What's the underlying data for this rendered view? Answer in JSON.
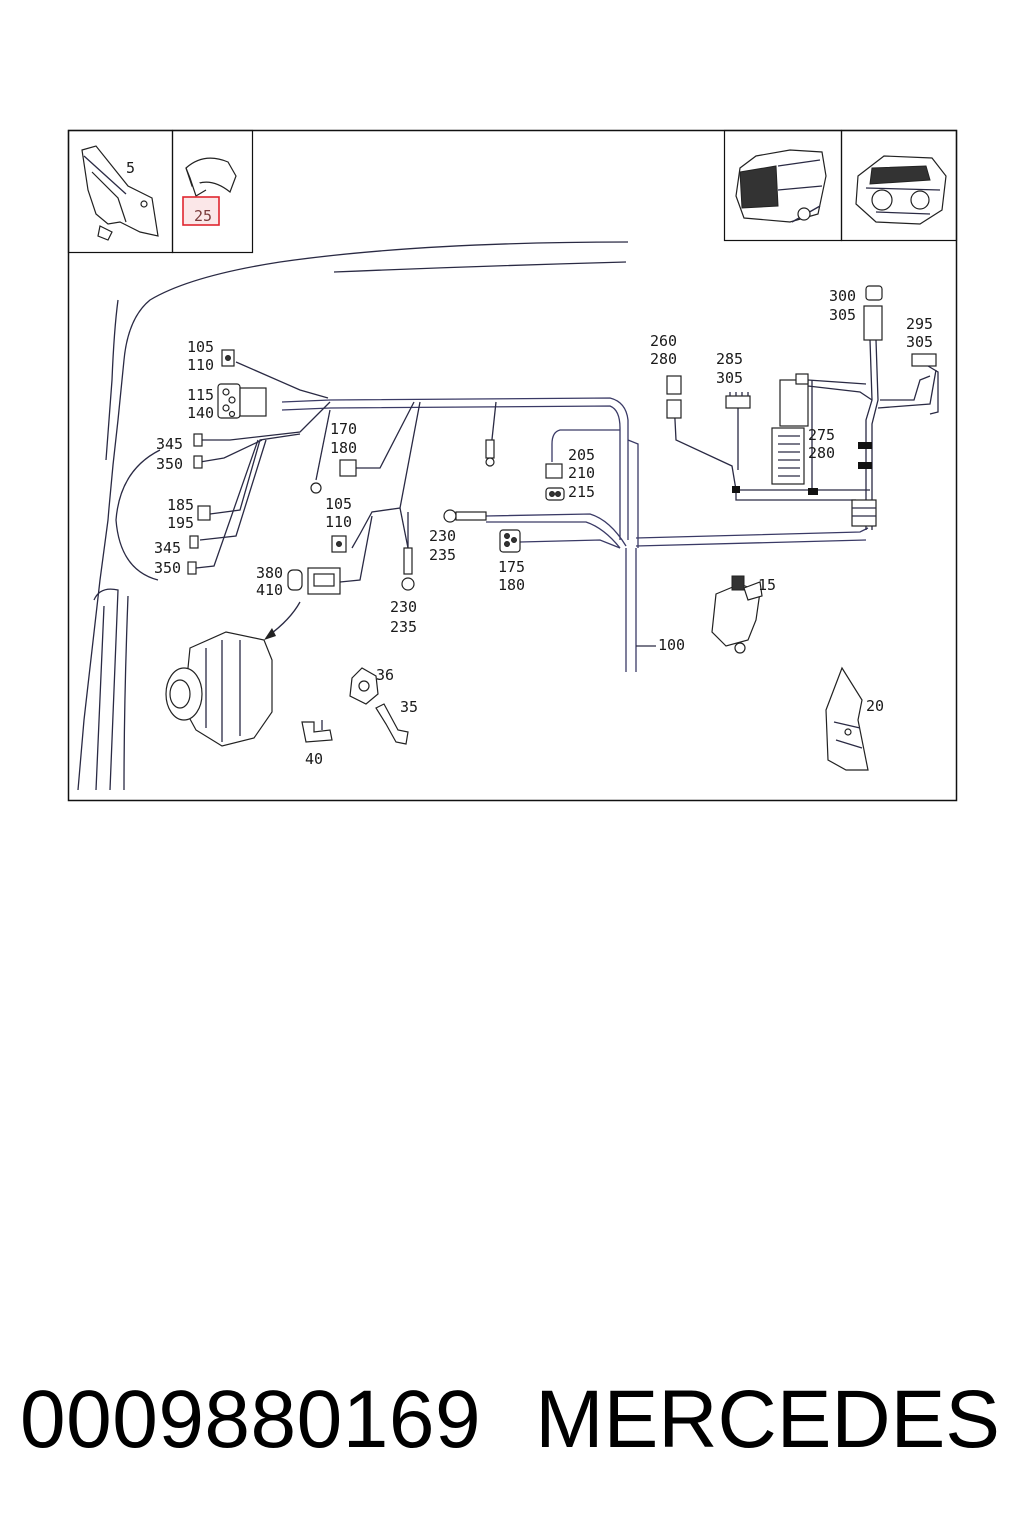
{
  "callouts": {
    "c5": "5",
    "c25": "25",
    "c105a": "105",
    "c110a": "110",
    "c115": "115",
    "c140": "140",
    "c345a": "345",
    "c350a": "350",
    "c185": "185",
    "c195": "195",
    "c345b": "345",
    "c350b": "350",
    "c170": "170",
    "c180a": "180",
    "c105b": "105",
    "c110b": "110",
    "c380": "380",
    "c410": "410",
    "c230a": "230",
    "c235a": "235",
    "c230b": "230",
    "c235b": "235",
    "c205": "205",
    "c210": "210",
    "c215": "215",
    "c175": "175",
    "c180b": "180",
    "c260": "260",
    "c280a": "280",
    "c285": "285",
    "c305a": "305",
    "c300": "300",
    "c305b": "305",
    "c295": "295",
    "c305c": "305",
    "c275": "275",
    "c280b": "280",
    "c15": "15",
    "c100": "100",
    "c36": "36",
    "c35": "35",
    "c40": "40",
    "c20": "20"
  },
  "caption": {
    "part_number": "0009880169",
    "brand": "MERCEDES"
  },
  "colors": {
    "highlight_border": "#e0262f",
    "highlight_fill": "#f7d3d6",
    "line": "#1a1a1a"
  }
}
